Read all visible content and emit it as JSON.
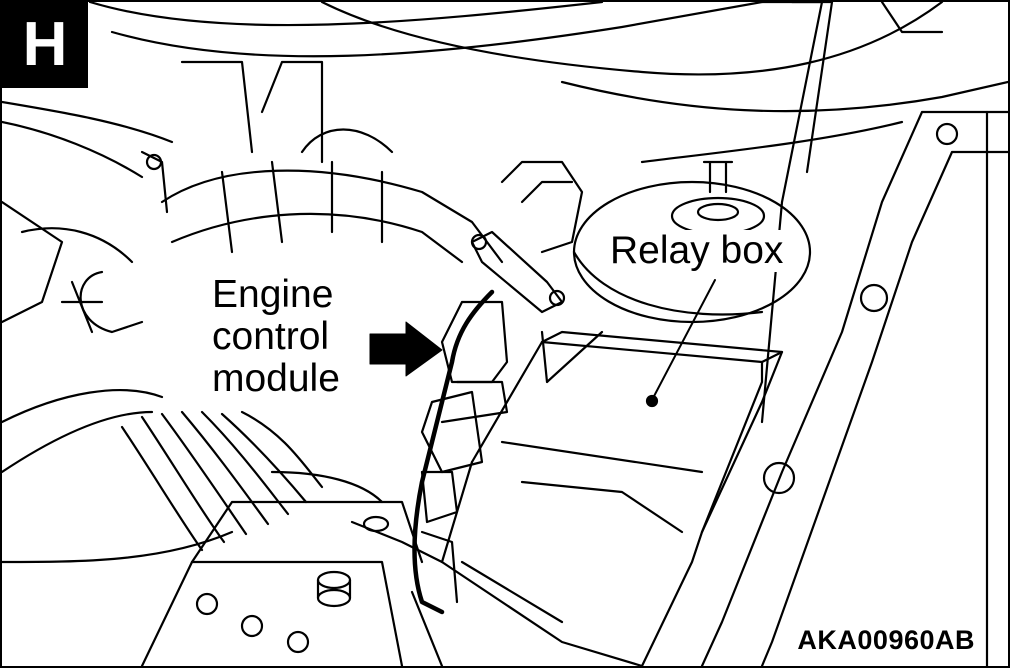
{
  "figure": {
    "badge_letter": "H",
    "labels": {
      "engine_control_module": "Engine\ncontrol\nmodule",
      "relay_box": "Relay box"
    },
    "figure_code": "AKA00960AB"
  }
}
